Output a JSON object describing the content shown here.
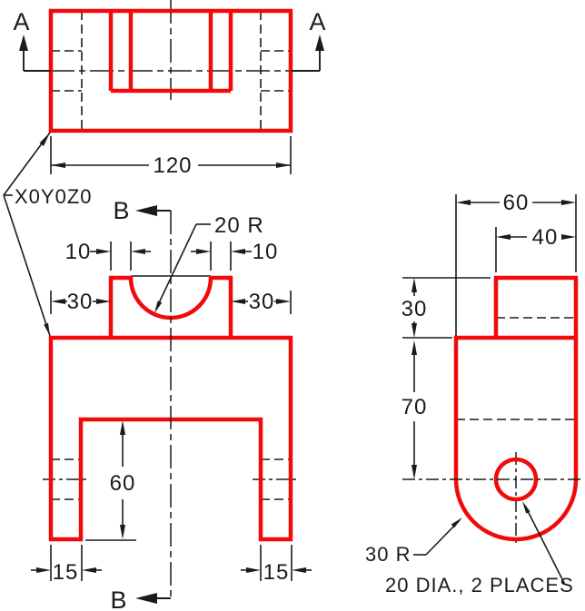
{
  "colors": {
    "object_line": "#f20a0a",
    "annotation_line": "#1b1b1b",
    "background": "#ffffff"
  },
  "labels": {
    "origin": "X0Y0Z0",
    "section_a": "A",
    "section_b": "B"
  },
  "dims": {
    "top_width": "120",
    "notch_inset_left": "10",
    "notch_inset_right": "10",
    "boss_inset_left": "30",
    "boss_inset_right": "30",
    "notch_radius": "20 R",
    "slot_depth": "60",
    "leg_width_left": "15",
    "leg_width_right": "15",
    "side_width": "60",
    "boss_width": "40",
    "boss_height": "30",
    "hole_offset": "70",
    "corner_radius": "30 R",
    "hole_note": "20 DIA., 2 PLACES"
  }
}
